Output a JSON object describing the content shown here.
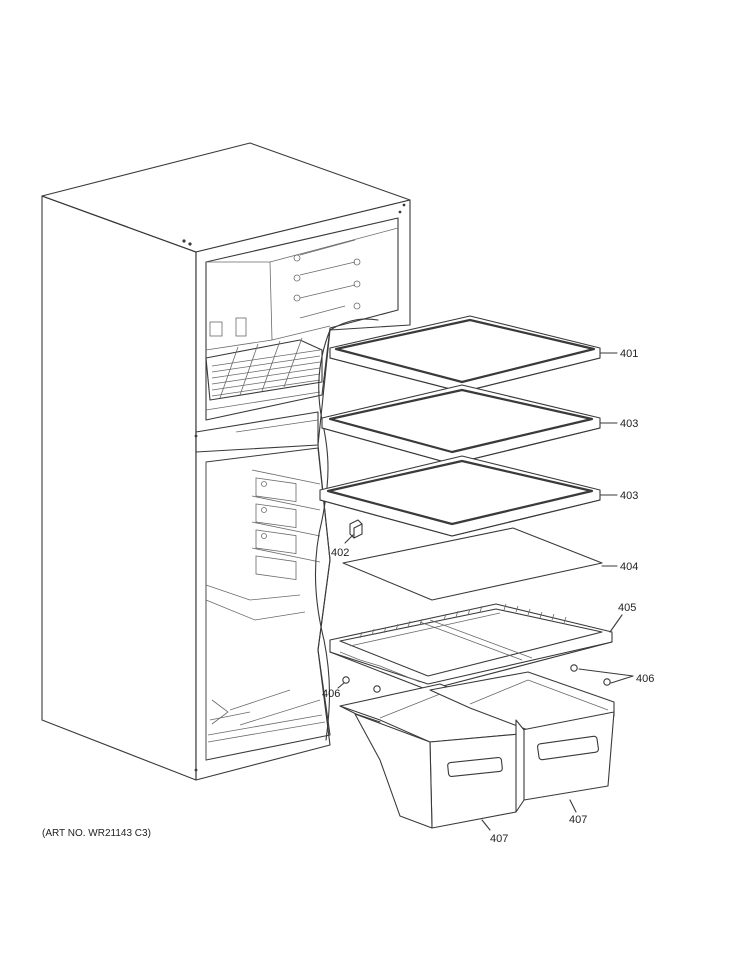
{
  "caption": "(ART NO. WR21143 C3)",
  "callouts": {
    "shelf_top": "401",
    "shelf_mid": "403",
    "shelf_low": "403",
    "clip": "402",
    "glass_panel": "404",
    "crisper_cover": "405",
    "support_right": "406",
    "support_left": "406",
    "drawer_left": "407",
    "drawer_right": "407"
  },
  "colors": {
    "line": "#3a3a3a",
    "background": "#ffffff"
  }
}
